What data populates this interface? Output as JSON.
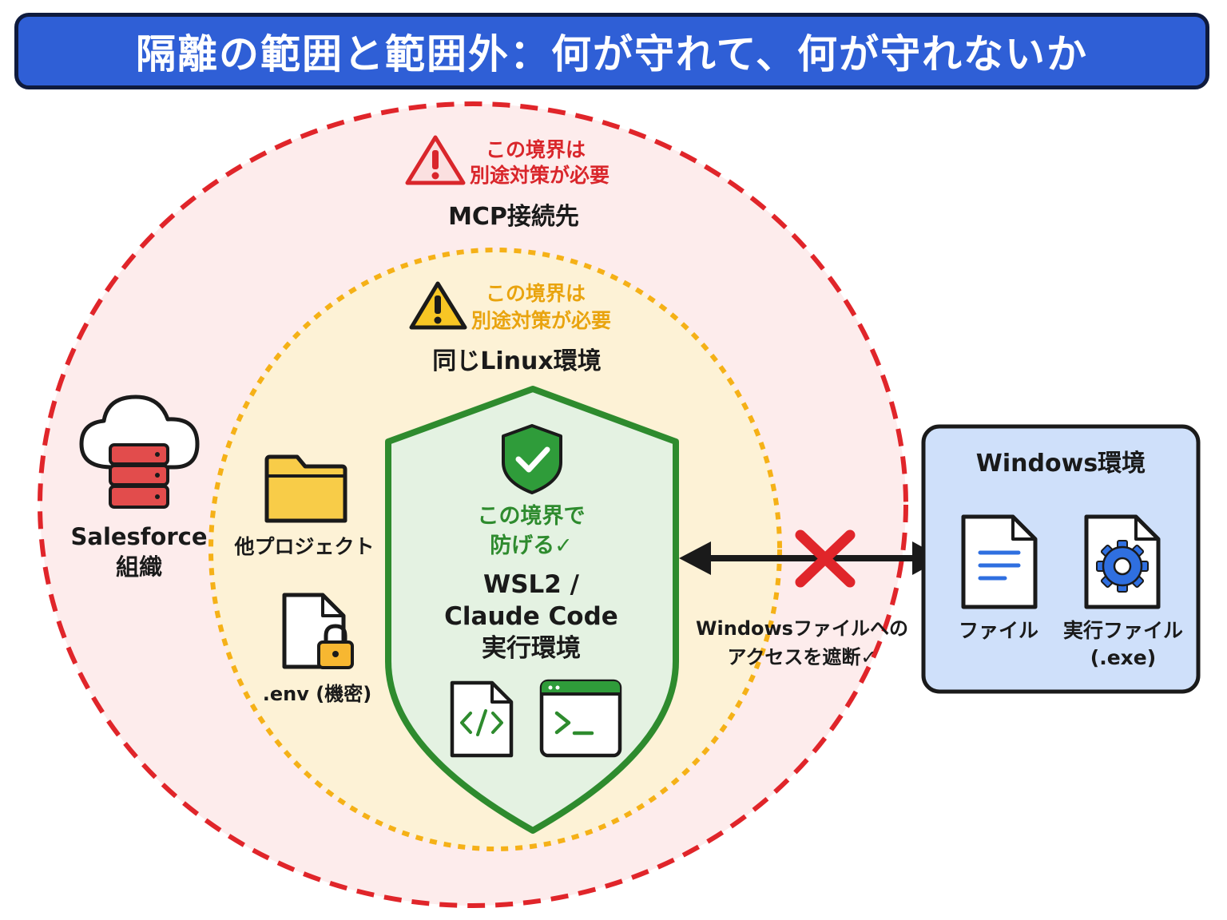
{
  "title": "隔離の範囲と範囲外：何が守れて、何が守れないか",
  "outer_zone": {
    "warning_line1": "この境界は",
    "warning_line2": "別途対策が必要",
    "label": "MCP接続先",
    "color": "#e0252a"
  },
  "middle_zone": {
    "warning_line1": "この境界は",
    "warning_line2": "別途対策が必要",
    "label": "同じLinux環境",
    "color": "#f5b117"
  },
  "shield": {
    "protect_line1": "この境界で",
    "protect_line2": "防げる✓",
    "title_line1": "WSL2 /",
    "title_line2": "Claude Code",
    "title_line3": "実行環境",
    "color": "#2e8b2e"
  },
  "salesforce": {
    "line1": "Salesforce",
    "line2": "組織"
  },
  "other_projects": {
    "label": "他プロジェクト"
  },
  "env_file": {
    "label": ".env (機密)"
  },
  "block_note": {
    "line1": "Windowsファイルへの",
    "line2": "アクセスを遮断✓"
  },
  "windows": {
    "label": "Windows環境",
    "file_label": "ファイル",
    "exe_line1": "実行ファイル",
    "exe_line2": "(.exe)",
    "color": "#cfe0fa"
  }
}
